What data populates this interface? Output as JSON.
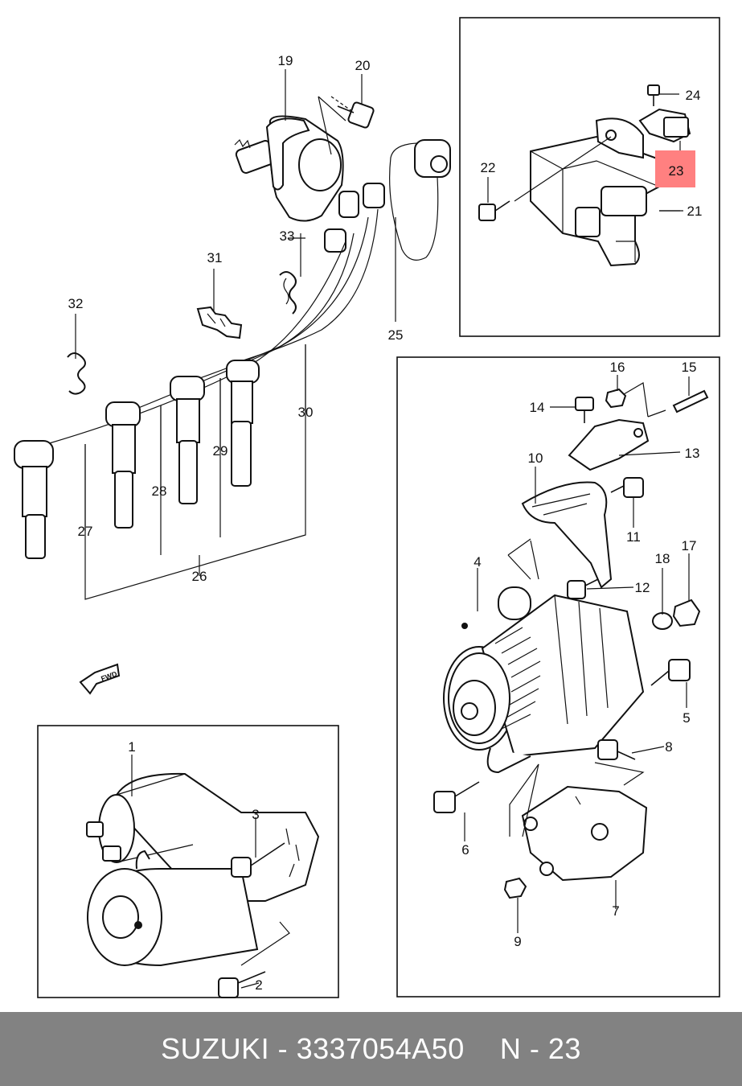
{
  "callouts": {
    "c1": "1",
    "c2": "2",
    "c3": "3",
    "c4": "4",
    "c5": "5",
    "c6": "6",
    "c7": "7",
    "c8": "8",
    "c9": "9",
    "c10": "10",
    "c11": "11",
    "c12": "12",
    "c13": "13",
    "c14": "14",
    "c15": "15",
    "c16": "16",
    "c17": "17",
    "c18": "18",
    "c19": "19",
    "c20": "20",
    "c21": "21",
    "c22": "22",
    "c23": "23",
    "c24": "24",
    "c25": "25",
    "c26": "26",
    "c27": "27",
    "c28": "28",
    "c29": "29",
    "c30": "30",
    "c31": "31",
    "c32": "32",
    "c33": "33"
  },
  "highlight": {
    "label": "23",
    "color": "#ff8080"
  },
  "fwd_label": "FWD",
  "footer": {
    "brand_part": "SUZUKI - 3337054A50",
    "page_ref": "N - 23",
    "background": "#828282"
  }
}
